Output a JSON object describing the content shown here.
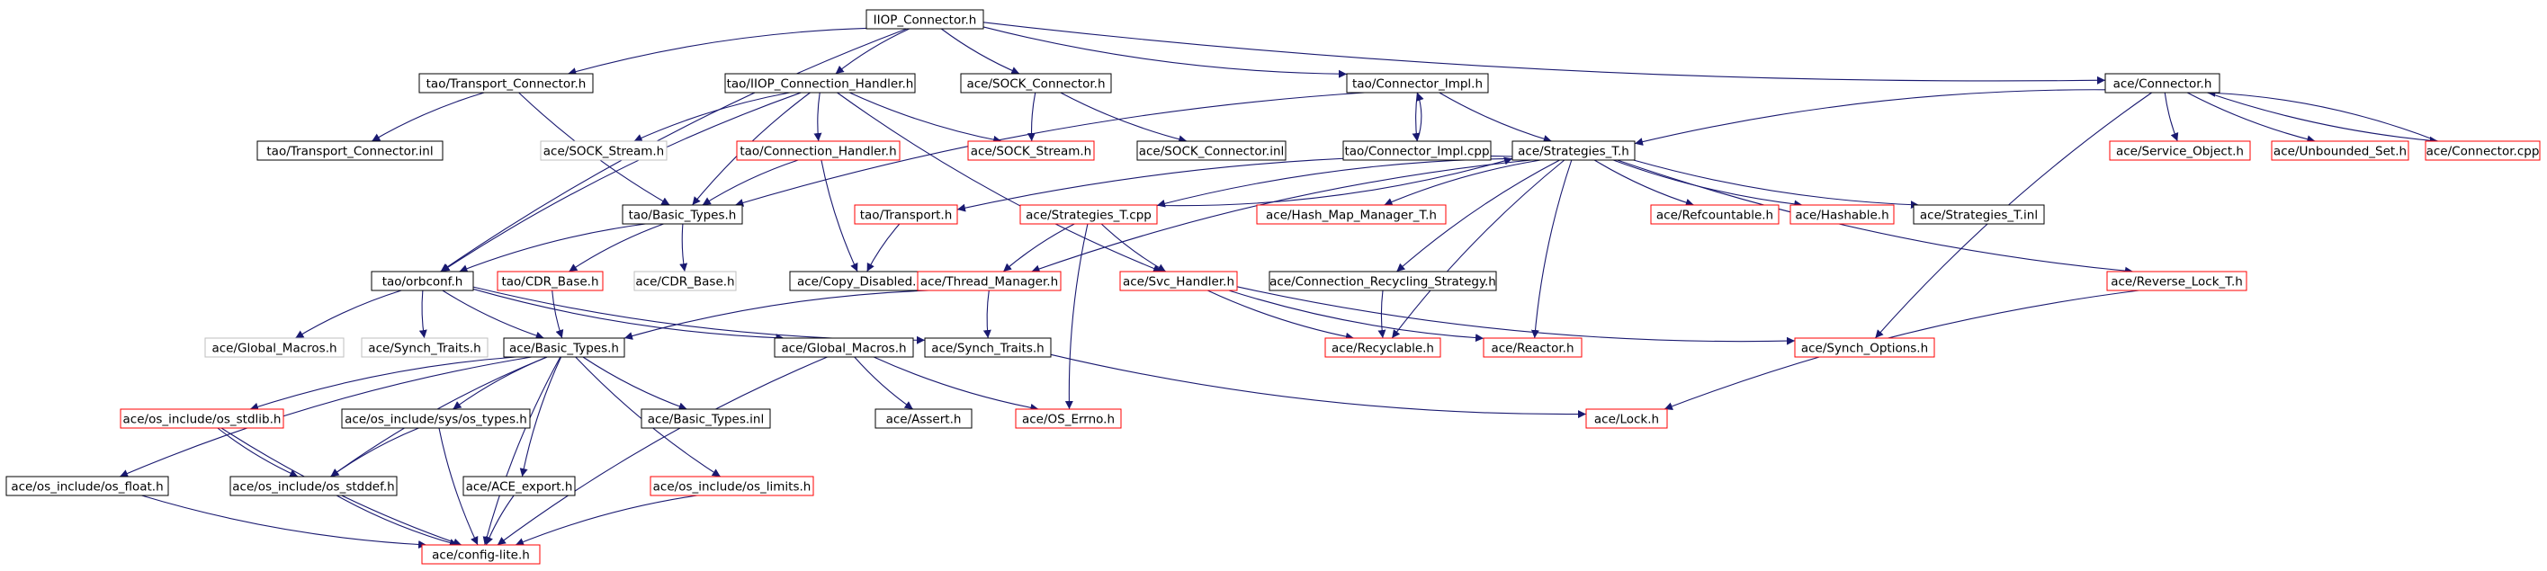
{
  "colors": {
    "root_fill": "#bfbfbf",
    "root_border": "#000000",
    "normal_border": "#000000",
    "missing_border": "#ff0000",
    "external_border": "#bfbfbf",
    "edge": "#191970"
  },
  "nodes": {
    "iiop_connector_h": {
      "label": "IIOP_Connector.h",
      "kind": "root"
    },
    "tao_transport_connector_h": {
      "label": "tao/Transport_Connector.h",
      "kind": "normal"
    },
    "tao_iiop_connection_handler_h": {
      "label": "tao/IIOP_Connection_Handler.h",
      "kind": "normal"
    },
    "ace_sock_connector_h": {
      "label": "ace/SOCK_Connector.h",
      "kind": "normal"
    },
    "tao_connector_impl_h": {
      "label": "tao/Connector_Impl.h",
      "kind": "normal"
    },
    "ace_connector_h": {
      "label": "ace/Connector.h",
      "kind": "normal"
    },
    "tao_transport_connector_inl": {
      "label": "tao/Transport_Connector.inl",
      "kind": "normal"
    },
    "ace_sock_stream_h_ext": {
      "label": "ace/SOCK_Stream.h",
      "kind": "external"
    },
    "tao_connection_handler_h": {
      "label": "tao/Connection_Handler.h",
      "kind": "missing"
    },
    "ace_sock_stream_h": {
      "label": "ace/SOCK_Stream.h",
      "kind": "missing"
    },
    "ace_sock_connector_inl": {
      "label": "ace/SOCK_Connector.inl",
      "kind": "normal"
    },
    "tao_connector_impl_cpp": {
      "label": "tao/Connector_Impl.cpp",
      "kind": "normal"
    },
    "ace_strategies_t_h": {
      "label": "ace/Strategies_T.h",
      "kind": "normal"
    },
    "ace_service_object_h": {
      "label": "ace/Service_Object.h",
      "kind": "missing"
    },
    "ace_unbounded_set_h": {
      "label": "ace/Unbounded_Set.h",
      "kind": "missing"
    },
    "ace_connector_cpp": {
      "label": "ace/Connector.cpp",
      "kind": "missing"
    },
    "tao_basic_types_h": {
      "label": "tao/Basic_Types.h",
      "kind": "normal"
    },
    "tao_transport_h": {
      "label": "tao/Transport.h",
      "kind": "missing"
    },
    "ace_strategies_t_cpp": {
      "label": "ace/Strategies_T.cpp",
      "kind": "missing"
    },
    "ace_hash_map_manager_t_h": {
      "label": "ace/Hash_Map_Manager_T.h",
      "kind": "missing"
    },
    "ace_refcountable_h": {
      "label": "ace/Refcountable.h",
      "kind": "missing"
    },
    "ace_hashable_h": {
      "label": "ace/Hashable.h",
      "kind": "missing"
    },
    "ace_strategies_t_inl": {
      "label": "ace/Strategies_T.inl",
      "kind": "normal"
    },
    "tao_orbconf_h": {
      "label": "tao/orbconf.h",
      "kind": "normal"
    },
    "tao_cdr_base_h": {
      "label": "tao/CDR_Base.h",
      "kind": "missing"
    },
    "ace_cdr_base_h_ext": {
      "label": "ace/CDR_Base.h",
      "kind": "external"
    },
    "ace_copy_disabled_h": {
      "label": "ace/Copy_Disabled.h",
      "kind": "normal"
    },
    "ace_thread_manager_h": {
      "label": "ace/Thread_Manager.h",
      "kind": "missing"
    },
    "ace_svc_handler_h": {
      "label": "ace/Svc_Handler.h",
      "kind": "missing"
    },
    "ace_connection_recycling_strategy_h": {
      "label": "ace/Connection_Recycling_Strategy.h",
      "kind": "normal"
    },
    "ace_reverse_lock_t_h": {
      "label": "ace/Reverse_Lock_T.h",
      "kind": "missing"
    },
    "ace_global_macros_h_ext": {
      "label": "ace/Global_Macros.h",
      "kind": "external"
    },
    "ace_synch_traits_h_ext": {
      "label": "ace/Synch_Traits.h",
      "kind": "external"
    },
    "ace_basic_types_h": {
      "label": "ace/Basic_Types.h",
      "kind": "normal"
    },
    "ace_global_macros_h": {
      "label": "ace/Global_Macros.h",
      "kind": "normal"
    },
    "ace_synch_traits_h": {
      "label": "ace/Synch_Traits.h",
      "kind": "normal"
    },
    "ace_recyclable_h": {
      "label": "ace/Recyclable.h",
      "kind": "missing"
    },
    "ace_reactor_h": {
      "label": "ace/Reactor.h",
      "kind": "missing"
    },
    "ace_synch_options_h": {
      "label": "ace/Synch_Options.h",
      "kind": "missing"
    },
    "ace_os_include_os_stdlib_h": {
      "label": "ace/os_include/os_stdlib.h",
      "kind": "missing"
    },
    "ace_os_include_sys_os_types_h": {
      "label": "ace/os_include/sys/os_types.h",
      "kind": "normal"
    },
    "ace_basic_types_inl": {
      "label": "ace/Basic_Types.inl",
      "kind": "normal"
    },
    "ace_assert_h": {
      "label": "ace/Assert.h",
      "kind": "normal"
    },
    "ace_os_errno_h": {
      "label": "ace/OS_Errno.h",
      "kind": "missing"
    },
    "ace_lock_h": {
      "label": "ace/Lock.h",
      "kind": "missing"
    },
    "ace_os_include_os_float_h": {
      "label": "ace/os_include/os_float.h",
      "kind": "normal"
    },
    "ace_os_include_os_stddef_h": {
      "label": "ace/os_include/os_stddef.h",
      "kind": "normal"
    },
    "ace_ace_export_h": {
      "label": "ace/ACE_export.h",
      "kind": "normal"
    },
    "ace_os_include_os_limits_h": {
      "label": "ace/os_include/os_limits.h",
      "kind": "missing"
    },
    "ace_config_lite_h": {
      "label": "ace/config-lite.h",
      "kind": "missing"
    }
  },
  "edges": [
    [
      "iiop_connector_h",
      "tao_transport_connector_h"
    ],
    [
      "iiop_connector_h",
      "tao_iiop_connection_handler_h"
    ],
    [
      "iiop_connector_h",
      "ace_sock_connector_h"
    ],
    [
      "iiop_connector_h",
      "tao_connector_impl_h"
    ],
    [
      "iiop_connector_h",
      "ace_connector_h"
    ],
    [
      "iiop_connector_h",
      "tao_orbconf_h"
    ],
    [
      "tao_transport_connector_h",
      "tao_transport_connector_inl"
    ],
    [
      "tao_transport_connector_h",
      "tao_basic_types_h"
    ],
    [
      "tao_iiop_connection_handler_h",
      "ace_sock_stream_h_ext"
    ],
    [
      "tao_iiop_connection_handler_h",
      "tao_connection_handler_h"
    ],
    [
      "tao_iiop_connection_handler_h",
      "ace_sock_stream_h"
    ],
    [
      "tao_iiop_connection_handler_h",
      "tao_basic_types_h"
    ],
    [
      "tao_iiop_connection_handler_h",
      "tao_orbconf_h"
    ],
    [
      "tao_iiop_connection_handler_h",
      "ace_svc_handler_h"
    ],
    [
      "ace_sock_connector_h",
      "ace_sock_stream_h"
    ],
    [
      "ace_sock_connector_h",
      "ace_sock_connector_inl"
    ],
    [
      "tao_connector_impl_h",
      "tao_connector_impl_cpp"
    ],
    [
      "tao_connector_impl_h",
      "ace_strategies_t_h"
    ],
    [
      "tao_connector_impl_h",
      "tao_basic_types_h"
    ],
    [
      "tao_connector_impl_cpp",
      "tao_connector_impl_h"
    ],
    [
      "ace_connector_h",
      "ace_strategies_t_h"
    ],
    [
      "ace_connector_h",
      "ace_service_object_h"
    ],
    [
      "ace_connector_h",
      "ace_unbounded_set_h"
    ],
    [
      "ace_connector_h",
      "ace_connector_cpp"
    ],
    [
      "ace_connector_h",
      "ace_synch_options_h"
    ],
    [
      "ace_connector_cpp",
      "ace_connector_h"
    ],
    [
      "tao_connection_handler_h",
      "tao_basic_types_h"
    ],
    [
      "tao_connection_handler_h",
      "ace_copy_disabled_h"
    ],
    [
      "ace_strategies_t_h",
      "tao_transport_h"
    ],
    [
      "ace_strategies_t_h",
      "ace_strategies_t_cpp"
    ],
    [
      "ace_strategies_t_h",
      "ace_hash_map_manager_t_h"
    ],
    [
      "ace_strategies_t_h",
      "ace_refcountable_h"
    ],
    [
      "ace_strategies_t_h",
      "ace_hashable_h"
    ],
    [
      "ace_strategies_t_h",
      "ace_strategies_t_inl"
    ],
    [
      "ace_strategies_t_h",
      "ace_thread_manager_h"
    ],
    [
      "ace_strategies_t_h",
      "ace_connection_recycling_strategy_h"
    ],
    [
      "ace_strategies_t_h",
      "ace_reverse_lock_t_h"
    ],
    [
      "ace_strategies_t_h",
      "ace_recyclable_h"
    ],
    [
      "ace_strategies_t_h",
      "ace_reactor_h"
    ],
    [
      "ace_strategies_t_cpp",
      "ace_strategies_t_h"
    ],
    [
      "ace_strategies_t_cpp",
      "ace_thread_manager_h"
    ],
    [
      "ace_strategies_t_cpp",
      "ace_svc_handler_h"
    ],
    [
      "ace_strategies_t_cpp",
      "ace_os_errno_h"
    ],
    [
      "tao_transport_h",
      "ace_copy_disabled_h"
    ],
    [
      "tao_basic_types_h",
      "tao_orbconf_h"
    ],
    [
      "tao_basic_types_h",
      "tao_cdr_base_h"
    ],
    [
      "tao_basic_types_h",
      "ace_cdr_base_h_ext"
    ],
    [
      "tao_cdr_base_h",
      "ace_basic_types_h"
    ],
    [
      "tao_orbconf_h",
      "ace_global_macros_h_ext"
    ],
    [
      "tao_orbconf_h",
      "ace_synch_traits_h_ext"
    ],
    [
      "tao_orbconf_h",
      "ace_basic_types_h"
    ],
    [
      "tao_orbconf_h",
      "ace_global_macros_h"
    ],
    [
      "tao_orbconf_h",
      "ace_synch_traits_h"
    ],
    [
      "ace_thread_manager_h",
      "ace_basic_types_h"
    ],
    [
      "ace_thread_manager_h",
      "ace_synch_traits_h"
    ],
    [
      "ace_svc_handler_h",
      "ace_recyclable_h"
    ],
    [
      "ace_svc_handler_h",
      "ace_reactor_h"
    ],
    [
      "ace_svc_handler_h",
      "ace_synch_options_h"
    ],
    [
      "ace_connection_recycling_strategy_h",
      "ace_recyclable_h"
    ],
    [
      "ace_reverse_lock_t_h",
      "ace_lock_h"
    ],
    [
      "ace_basic_types_h",
      "ace_os_include_os_float_h"
    ],
    [
      "ace_basic_types_h",
      "ace_os_include_os_stdlib_h"
    ],
    [
      "ace_basic_types_h",
      "ace_os_include_os_stddef_h"
    ],
    [
      "ace_basic_types_h",
      "ace_os_include_sys_os_types_h"
    ],
    [
      "ace_basic_types_h",
      "ace_ace_export_h"
    ],
    [
      "ace_basic_types_h",
      "ace_basic_types_inl"
    ],
    [
      "ace_basic_types_h",
      "ace_os_include_os_limits_h"
    ],
    [
      "ace_basic_types_h",
      "ace_config_lite_h"
    ],
    [
      "ace_global_macros_h",
      "ace_assert_h"
    ],
    [
      "ace_global_macros_h",
      "ace_os_errno_h"
    ],
    [
      "ace_global_macros_h",
      "ace_config_lite_h"
    ],
    [
      "ace_synch_traits_h",
      "ace_lock_h"
    ],
    [
      "ace_os_include_os_stdlib_h",
      "ace_os_include_os_stddef_h"
    ],
    [
      "ace_os_include_os_stdlib_h",
      "ace_config_lite_h"
    ],
    [
      "ace_os_include_sys_os_types_h",
      "ace_os_include_os_stddef_h"
    ],
    [
      "ace_os_include_sys_os_types_h",
      "ace_config_lite_h"
    ],
    [
      "ace_os_include_os_float_h",
      "ace_config_lite_h"
    ],
    [
      "ace_os_include_os_stddef_h",
      "ace_config_lite_h"
    ],
    [
      "ace_ace_export_h",
      "ace_config_lite_h"
    ],
    [
      "ace_os_include_os_limits_h",
      "ace_config_lite_h"
    ]
  ]
}
